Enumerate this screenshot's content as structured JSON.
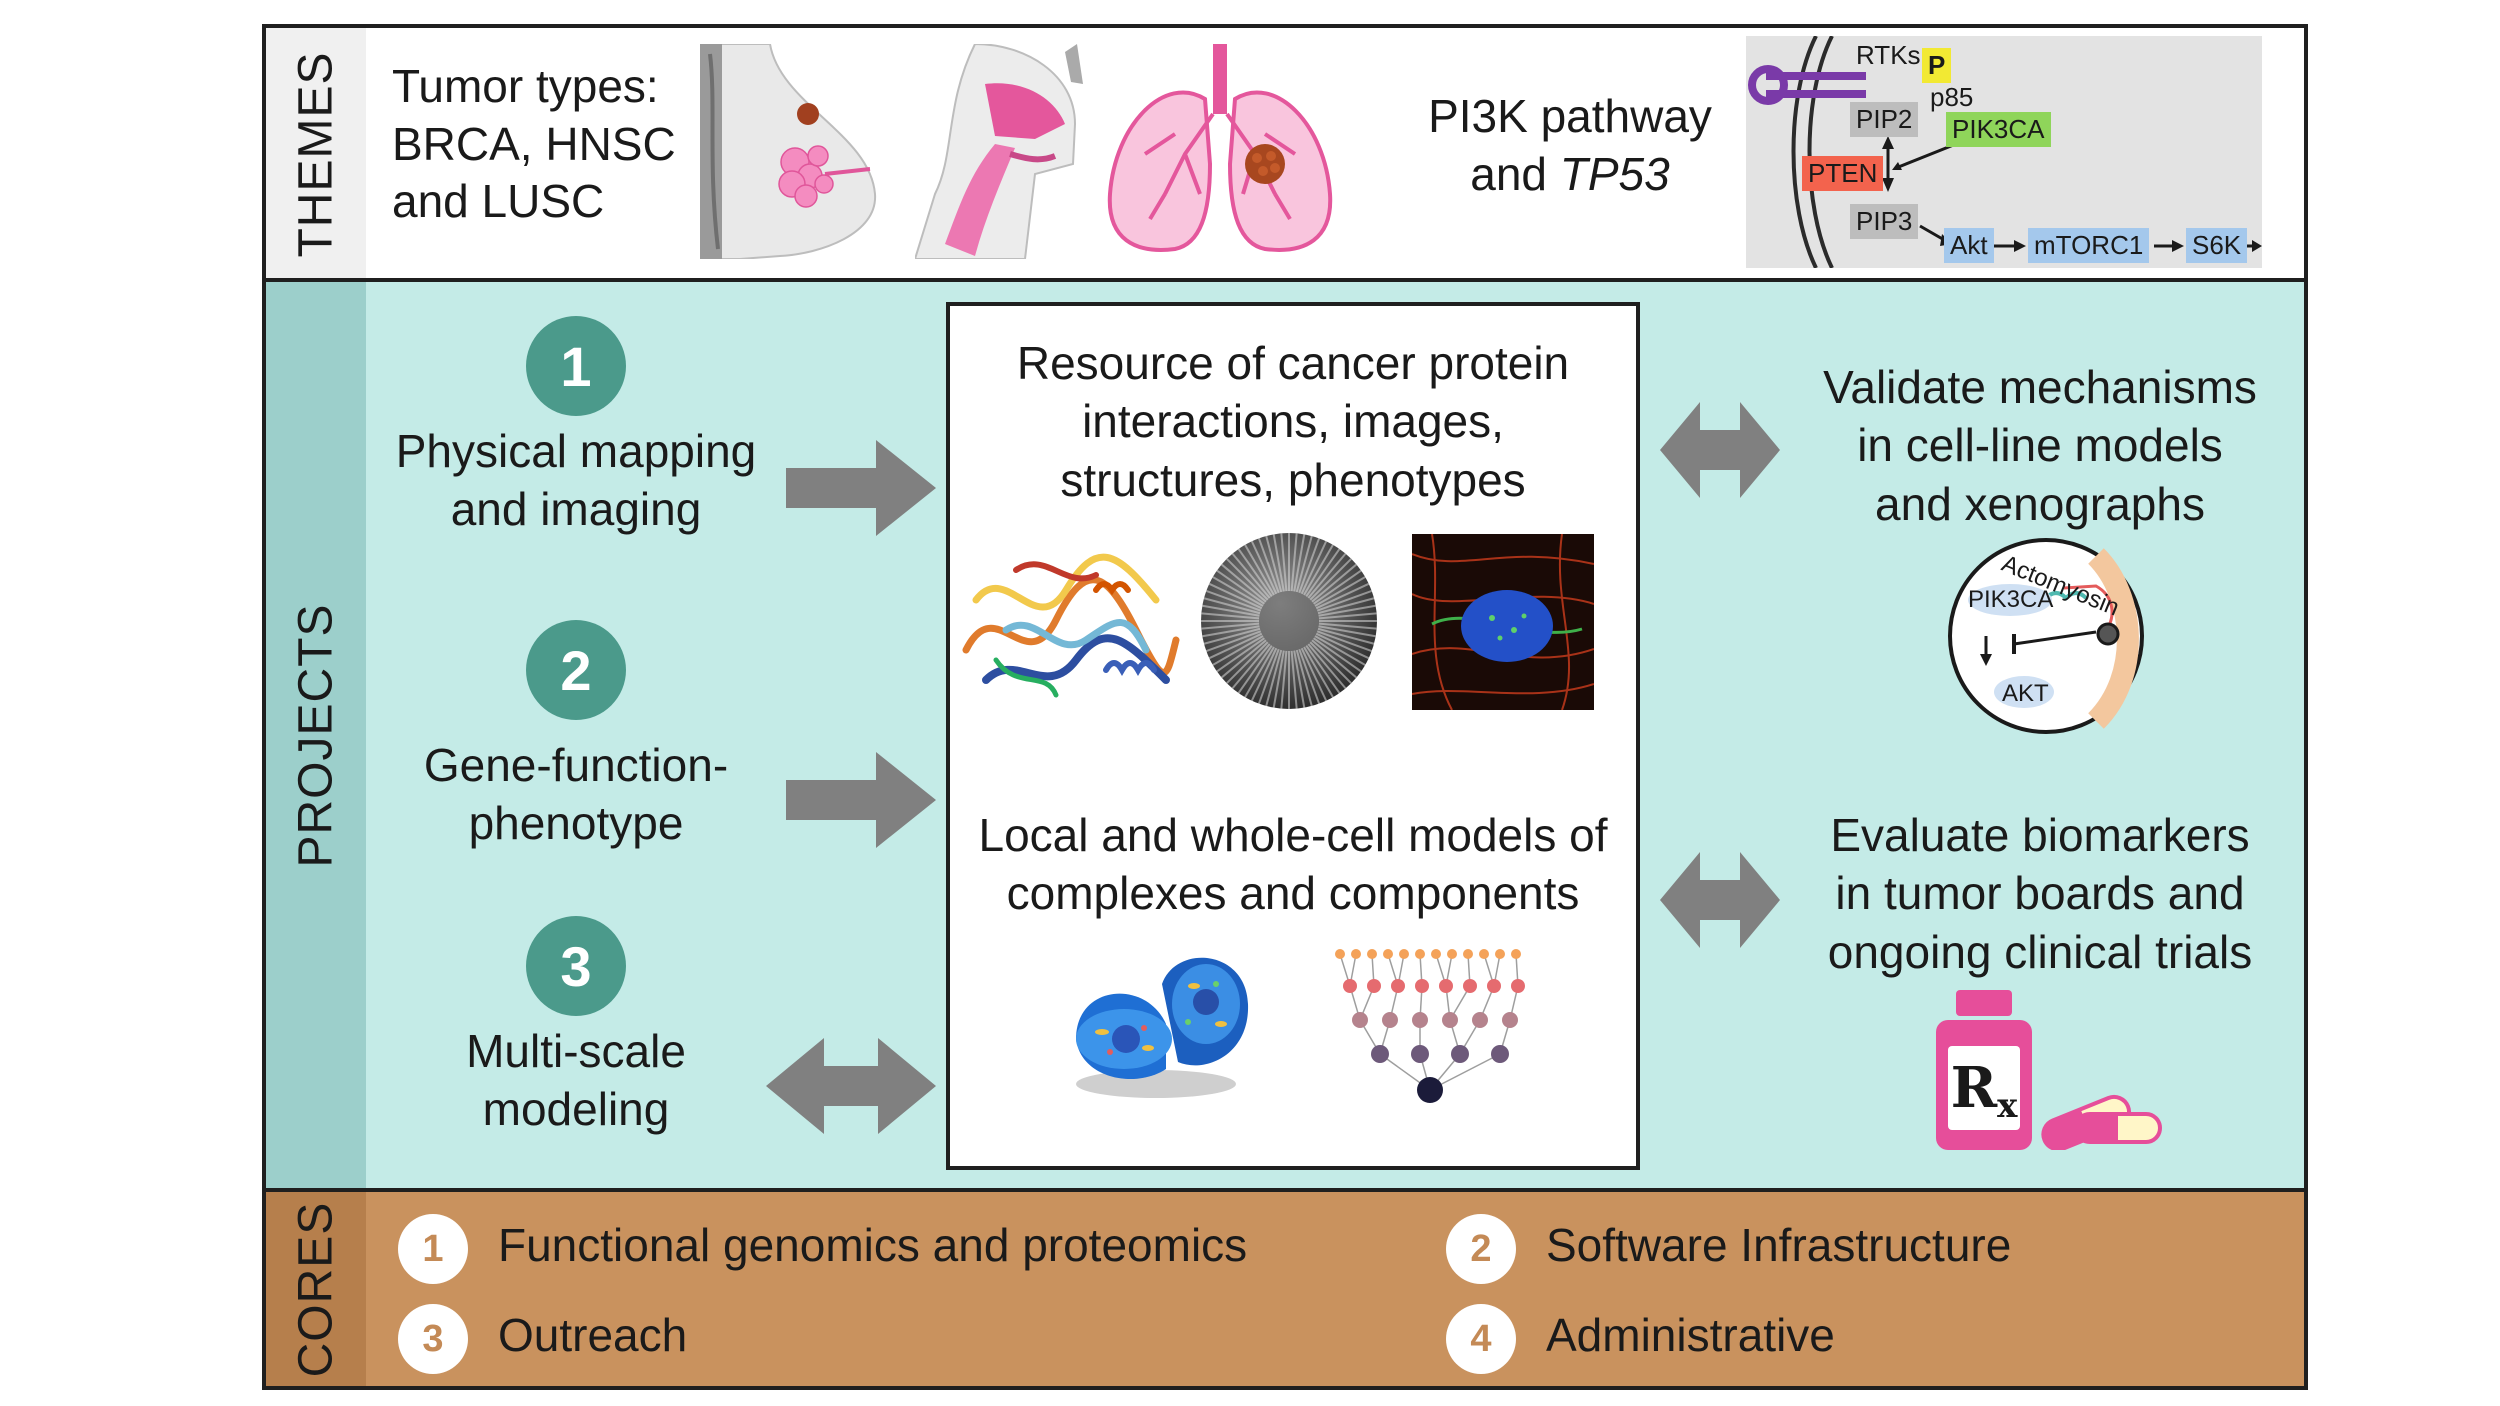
{
  "themes": {
    "label": "THEMES",
    "tumor_types": [
      "Tumor types:",
      "BRCA, HNSC",
      "and LUSC"
    ],
    "pathway": {
      "line1": "PI3K pathway",
      "line2_prefix": "and ",
      "line2_gene": "TP53"
    },
    "pathway_nodes": {
      "rtks": "RTKs",
      "p": "P",
      "p85": "p85",
      "pip2": "PIP2",
      "pik3ca": "PIK3CA",
      "pten": "PTEN",
      "pip3": "PIP3",
      "akt": "Akt",
      "mtorc1": "mTORC1",
      "s6k": "S6K"
    }
  },
  "projects": {
    "label": "PROJECTS",
    "items": [
      {
        "num": "1",
        "lines": [
          "Physical mapping",
          "and imaging"
        ]
      },
      {
        "num": "2",
        "lines": [
          "Gene-function-",
          "phenotype"
        ]
      },
      {
        "num": "3",
        "lines": [
          "Multi-scale",
          "modeling"
        ]
      }
    ],
    "resource": {
      "top_lines": [
        "Resource of cancer protein",
        "interactions, images,",
        "structures, phenotypes"
      ],
      "bottom_lines": [
        "Local and whole-cell models of",
        "complexes and components"
      ]
    },
    "validate": {
      "lines": [
        "Validate mechanisms",
        "in cell-line models",
        "and xenographs"
      ],
      "cell_labels": {
        "actomyosin": "Actomyosin",
        "pik3ca": "PIK3CA",
        "akt": "AKT"
      }
    },
    "evaluate": {
      "lines": [
        "Evaluate biomarkers",
        "in tumor boards and",
        "ongoing clinical trials"
      ],
      "rx": "R",
      "rx_sub": "x"
    }
  },
  "cores": {
    "label": "CORES",
    "items": [
      {
        "num": "1",
        "text": "Functional genomics and proteomics"
      },
      {
        "num": "2",
        "text": "Software Infrastructure"
      },
      {
        "num": "3",
        "text": "Outreach"
      },
      {
        "num": "4",
        "text": "Administrative"
      }
    ]
  },
  "colors": {
    "themes_bg": "#ffffff",
    "themes_label_bg": "#f0f0f0",
    "projects_bg": "#c4ebe7",
    "projects_label_bg": "#9ccfcb",
    "cores_bg": "#c9925e",
    "cores_label_bg": "#b67f4c",
    "teal_circle": "#4b9a8b",
    "arrow_gray": "#808080"
  }
}
